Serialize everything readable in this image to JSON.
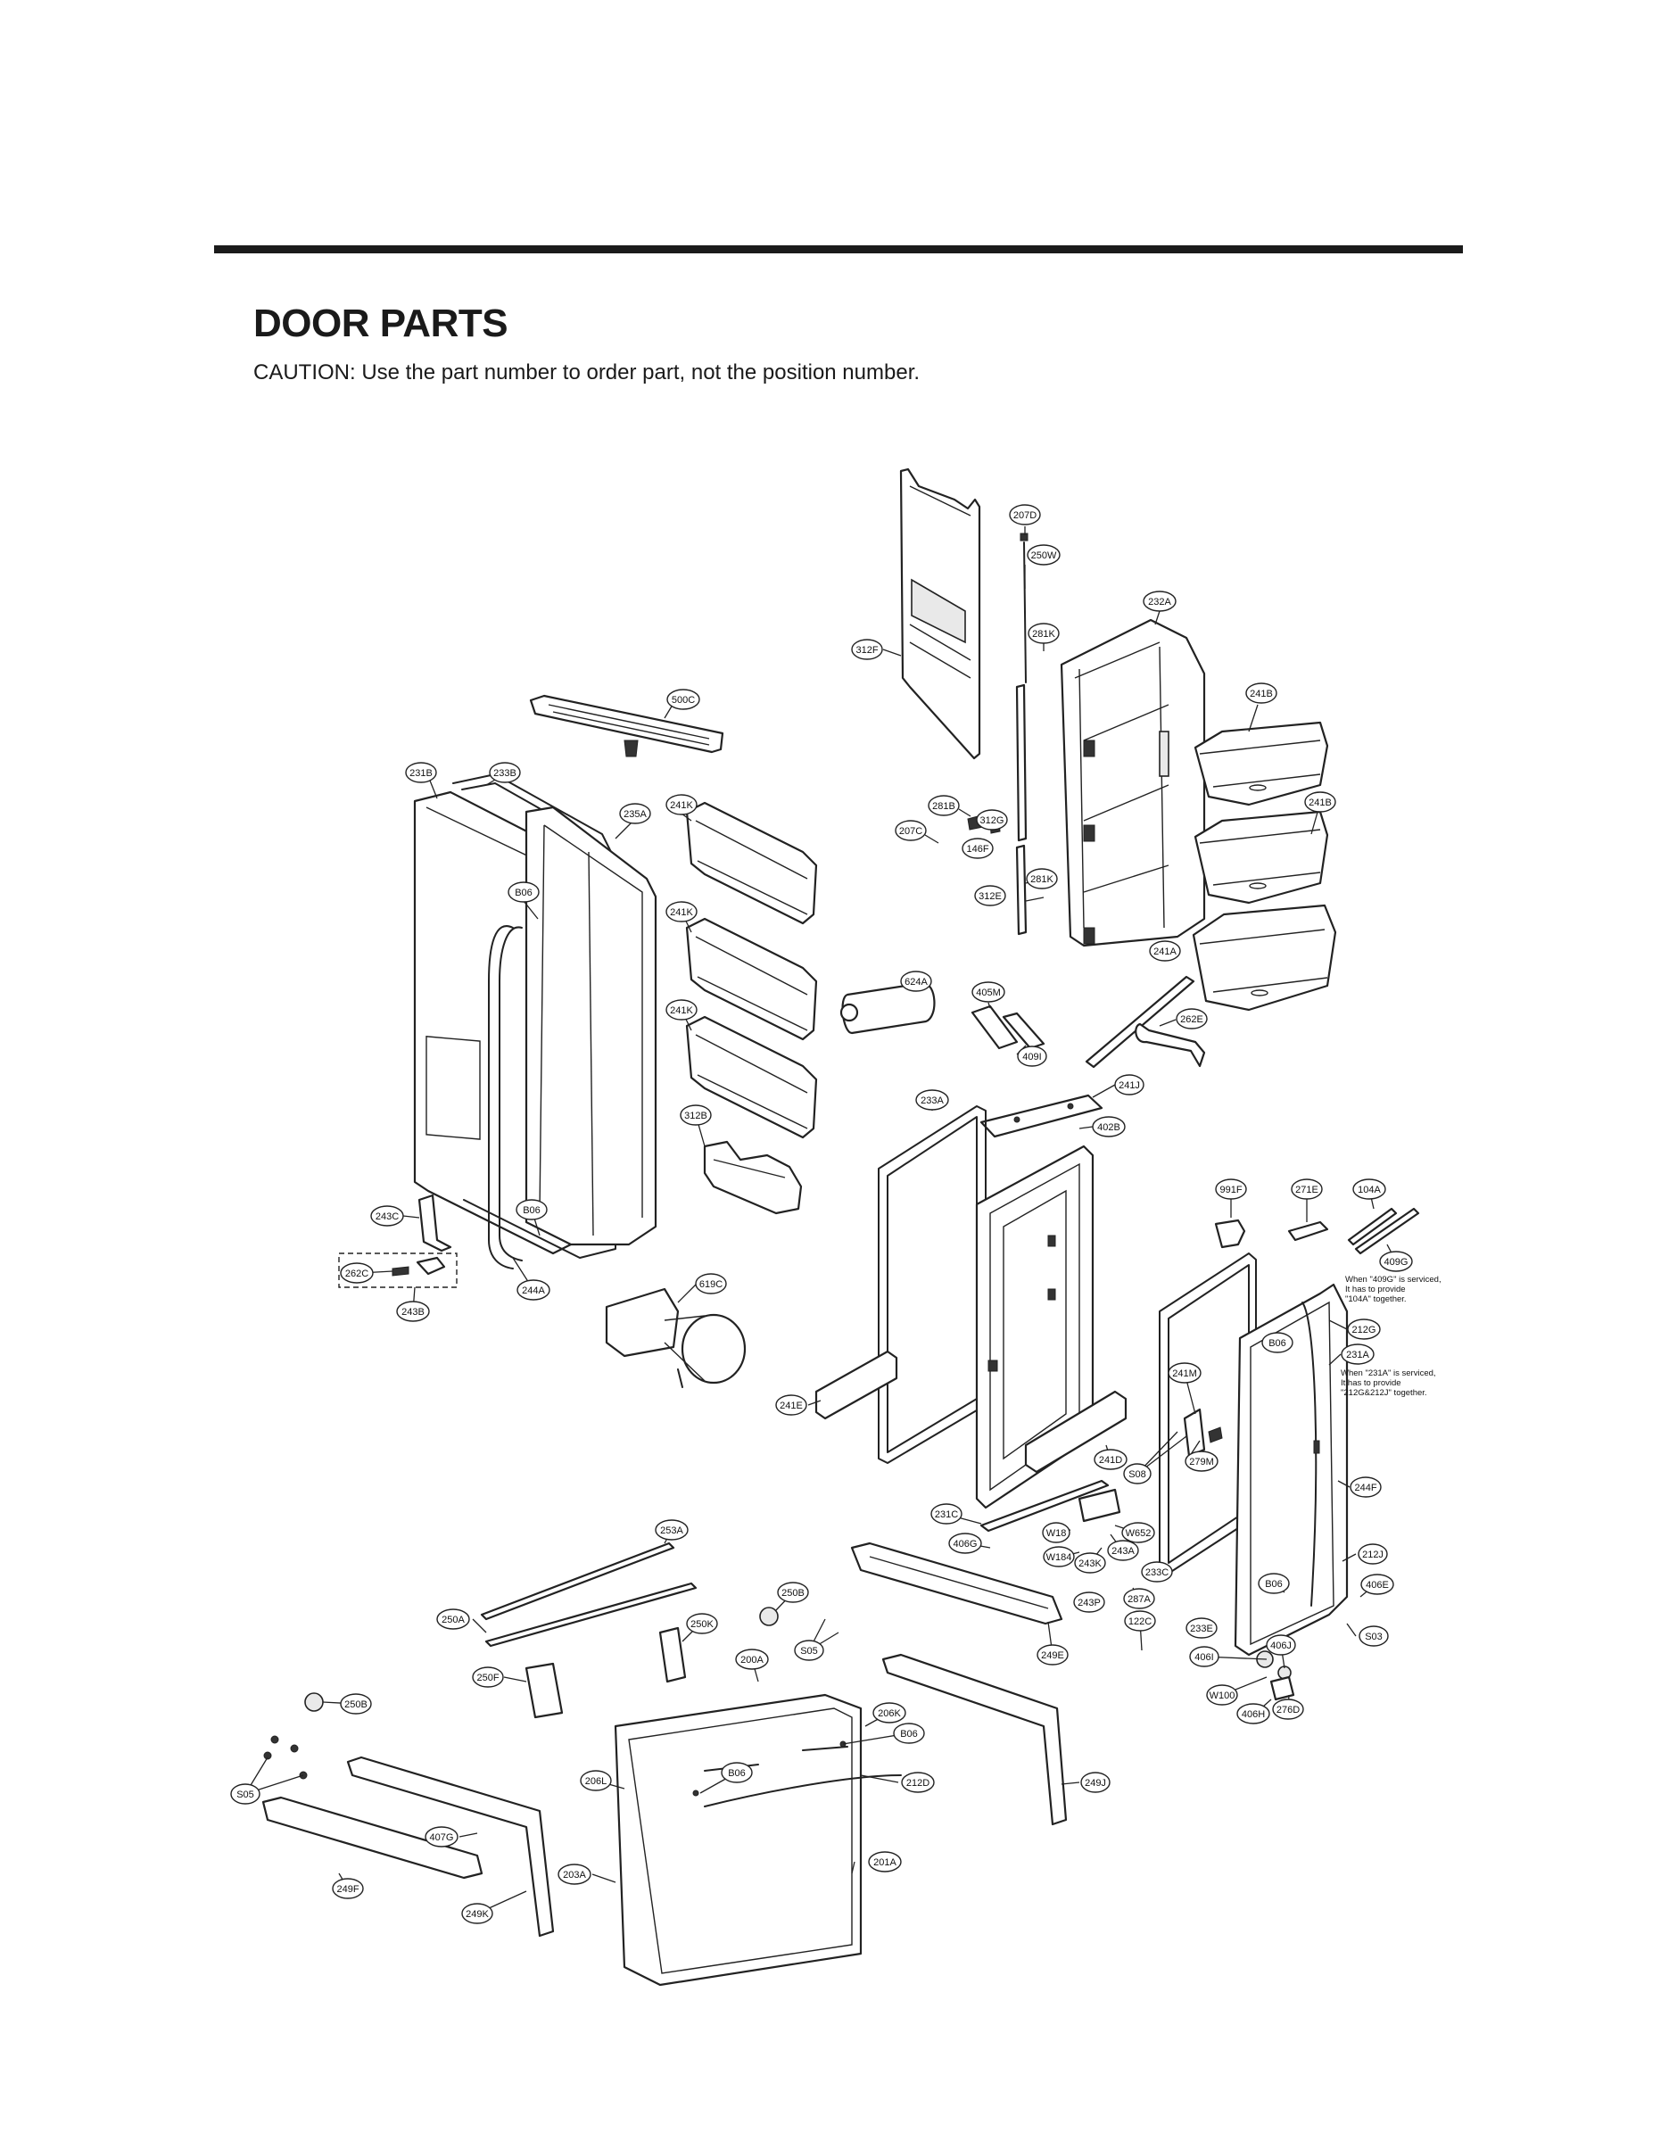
{
  "header": {
    "title": "DOOR PARTS",
    "caution": "CAUTION: Use the part number to order part, not the position number."
  },
  "callouts": [
    "207D",
    "250W",
    "232A",
    "281K",
    "312F",
    "500C",
    "241B",
    "241B",
    "231B",
    "233B",
    "241K",
    "235A",
    "281B",
    "312G",
    "207C",
    "146F",
    "281K",
    "312E",
    "B06",
    "241K",
    "241A",
    "624A",
    "405M",
    "262E",
    "409I",
    "241K",
    "241J",
    "233A",
    "312B",
    "402B",
    "991F",
    "271E",
    "104A",
    "243C",
    "B06",
    "409G",
    "262C",
    "244A",
    "619C",
    "212G",
    "243B",
    "B06",
    "231A",
    "241M",
    "241E",
    "241D",
    "279M",
    "S08",
    "244F",
    "231C",
    "406G",
    "W18",
    "W652",
    "243A",
    "W184",
    "243K",
    "233C",
    "212J",
    "253A",
    "250B",
    "287A",
    "243P",
    "406E",
    "B06",
    "250A",
    "250K",
    "122C",
    "233E",
    "S03",
    "S05",
    "249E",
    "406J",
    "200A",
    "406I",
    "250F",
    "W100",
    "276D",
    "250B",
    "206K",
    "406H",
    "B06",
    "B06",
    "206L",
    "212D",
    "249J",
    "S05",
    "407G",
    "203A",
    "201A",
    "249F",
    "249K"
  ],
  "notes": {
    "note_409g": [
      "When \"409G\" is serviced,",
      "It has to provide",
      "\"104A\" together."
    ],
    "note_231a": [
      "When \"231A\" is serviced,",
      "It has to provide",
      "\"212G&212J\" together."
    ]
  }
}
